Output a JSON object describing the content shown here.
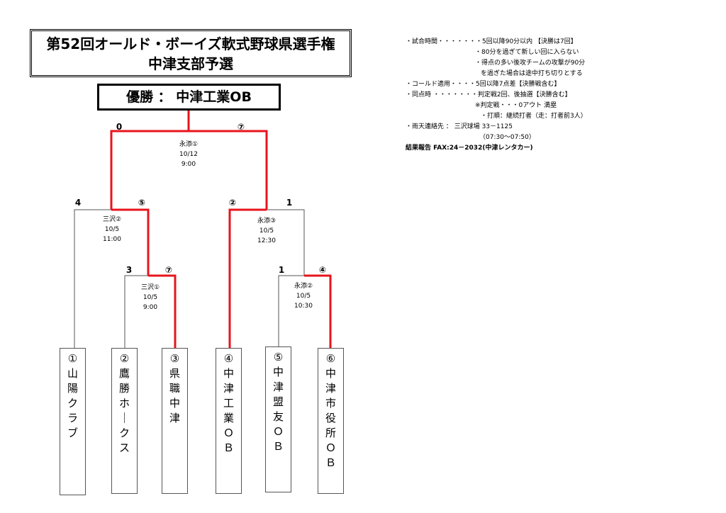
{
  "title": {
    "line1": "第52回オールド・ボーイズ軟式野球県選手権",
    "line2": "中津支部予選"
  },
  "champion": "優勝 ： 中津工業OB",
  "colors": {
    "winner_line": "#e8141c",
    "line": "#555555"
  },
  "teams": [
    {
      "label": "①\n山\n陽\nク\nラ\nブ"
    },
    {
      "label": "②\n鷹\n勝\nホ\n｜\nク\nス"
    },
    {
      "label": "③\n県\n職\n中\n津"
    },
    {
      "label": "④\n中\n津\n工\n業\nＯ\nＢ"
    },
    {
      "label": "⑤\n中\n津\n盟\n友\nＯ\nＢ"
    },
    {
      "label": "⑥\n中\n津\n市\n役\n所\nＯ\nＢ"
    }
  ],
  "matches": [
    {
      "id": "m1",
      "venue": "三沢①",
      "date": "10/5",
      "time": "9:00",
      "left_score": "3",
      "right_score": "⑦"
    },
    {
      "id": "m2",
      "venue": "永添②",
      "date": "10/5",
      "time": "10:30",
      "left_score": "1",
      "right_score": "④"
    },
    {
      "id": "m3",
      "venue": "三沢②",
      "date": "10/5",
      "time": "11:00",
      "left_score": "4",
      "right_score": "⑤"
    },
    {
      "id": "m4",
      "venue": "永添③",
      "date": "10/5",
      "time": "12:30",
      "left_score": "②",
      "right_score": "1"
    },
    {
      "id": "final",
      "venue": "永添①",
      "date": "10/12",
      "time": "9:00",
      "left_score": "0",
      "right_score": "⑦"
    }
  ],
  "info": [
    "・試合時間・・・・・・・5回以降90分以内 【決勝は7回】",
    "・80分を過ぎて新しい回に入らない",
    "・得点の多い後攻チームの攻撃が90分",
    "を過ぎた場合は途中打ち切りとする",
    "・コールド適用・・・・5回以降7点差【決勝戦含む】",
    "・同点時 ・・・・・・・判定戦2回、後抽選【決勝含む】",
    "※判定戦・・・0アウト 満塁",
    "・打順：継続打者（走：打者前3人）",
    "・雨天連絡先 ： 三沢球場 33－1125",
    "（07:30～07:50）",
    "結果報告 FAX:24－2032(中津レンタカー)"
  ]
}
